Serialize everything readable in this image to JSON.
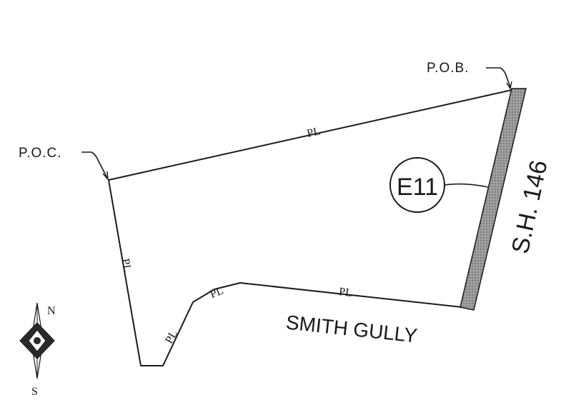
{
  "labels": {
    "pob": "P.O.B.",
    "poc": "P.O.C.",
    "easement": "E11",
    "highway": "S.H. 146",
    "gully": "SMITH GULLY",
    "property_line_mark": "PL"
  },
  "compass": {
    "north": "N",
    "south": "S"
  },
  "colors": {
    "line": "#1a1a1a",
    "easement_strip": "#8c8c8c",
    "background": "#ffffff"
  }
}
